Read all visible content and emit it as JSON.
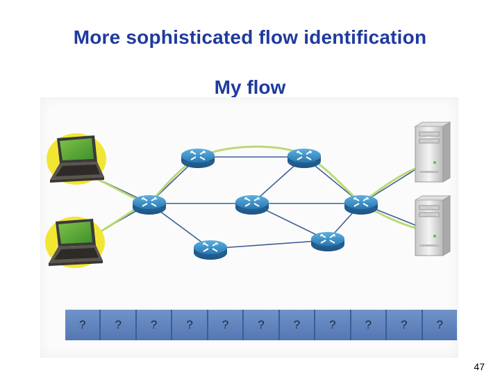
{
  "slide": {
    "title": "More sophisticated flow identification",
    "subtitle": "My flow",
    "page_number": "47"
  },
  "packets": [
    "?",
    "?",
    "?",
    "?",
    "?",
    "?",
    "?",
    "?",
    "?",
    "?",
    "?"
  ],
  "colors": {
    "title": "#1f3a9e",
    "router": "#2f7fb8",
    "link": "#3f5c95",
    "flow_highlight": "#b8d86e",
    "laptop_halo": "#f2e635",
    "packet_fill": "#6385bf"
  },
  "icons": {
    "hosts": [
      "laptop-icon",
      "laptop-icon"
    ],
    "routers": [
      "router-icon",
      "router-icon",
      "router-icon",
      "router-icon",
      "router-icon",
      "router-icon",
      "router-icon"
    ],
    "servers": [
      "server-icon",
      "server-icon"
    ]
  }
}
